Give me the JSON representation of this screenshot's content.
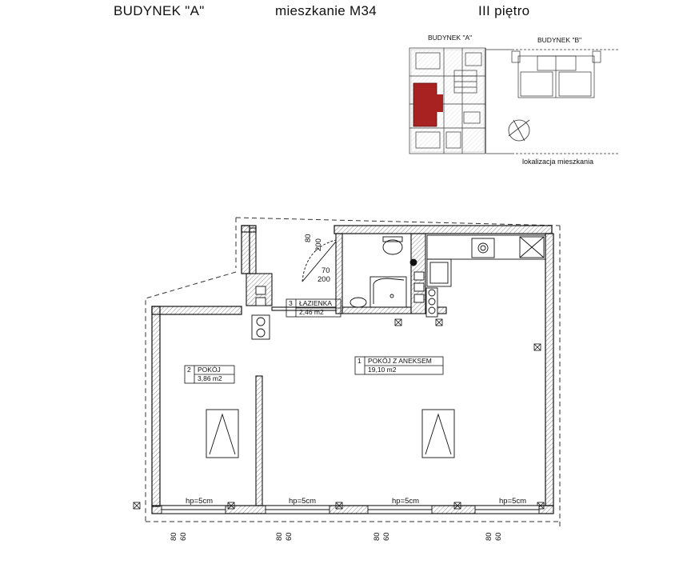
{
  "header": {
    "building": "BUDYNEK \"A\"",
    "apartment": "mieszkanie M34",
    "floor": "III piętro"
  },
  "locator": {
    "building_a": "BUDYNEK \"A\"",
    "building_b": "BUDYNEK \"B\"",
    "caption": "lokalizacja mieszkania",
    "highlight_color": "#a82222"
  },
  "rooms": [
    {
      "number": "1",
      "name": "POKÓJ Z ANEKSEM",
      "area": "19,10 m2"
    },
    {
      "number": "2",
      "name": "POKÓJ",
      "area": "3,86 m2"
    },
    {
      "number": "3",
      "name": "ŁAZIENKA",
      "area": "2,46 m2"
    }
  ],
  "door_dims": {
    "a": "80",
    "b": "200",
    "c": "70",
    "d": "200"
  },
  "windows": [
    {
      "label": "hp=5cm",
      "dim1": "80",
      "dim2": "60"
    },
    {
      "label": "hp=5cm",
      "dim1": "80",
      "dim2": "60"
    },
    {
      "label": "hp=5cm",
      "dim1": "80",
      "dim2": "60"
    },
    {
      "label": "hp=5cm",
      "dim1": "80",
      "dim2": "60"
    }
  ]
}
